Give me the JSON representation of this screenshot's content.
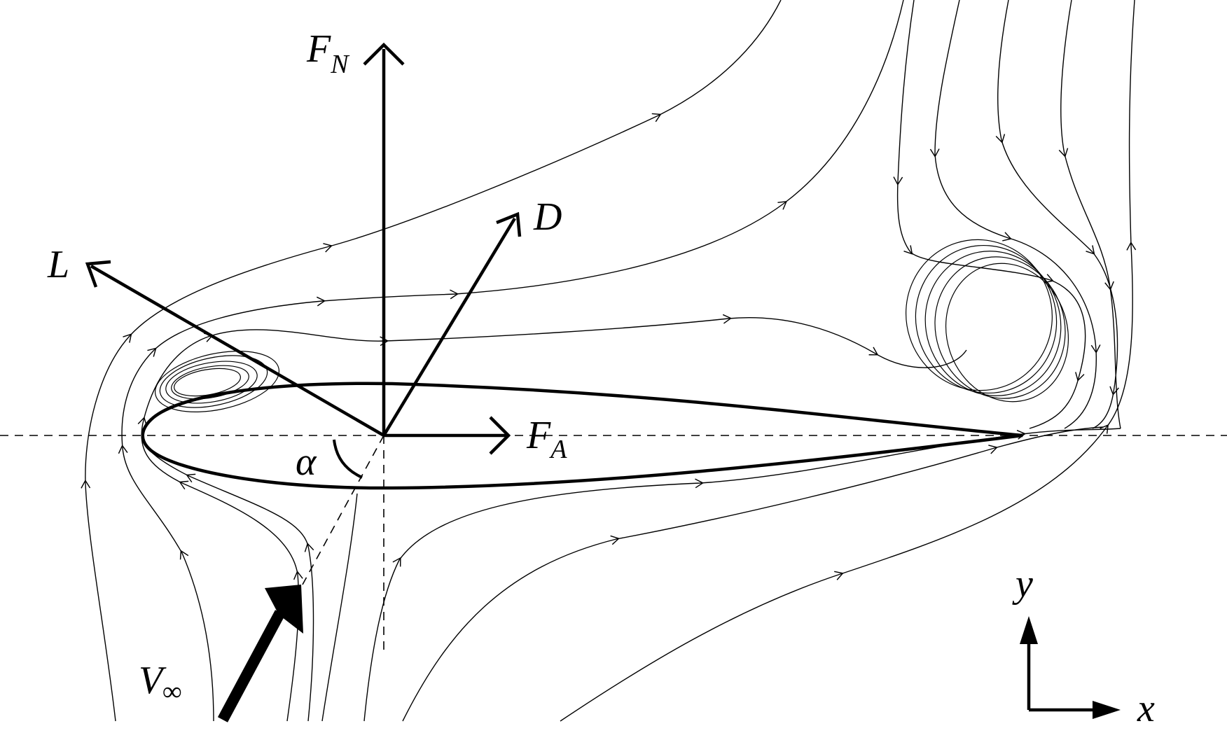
{
  "labels": {
    "normal_force": {
      "main": "F",
      "sub": "N"
    },
    "axial_force": {
      "main": "F",
      "sub": "A"
    },
    "lift": "L",
    "drag": "D",
    "angle_of_attack": "α",
    "freestream": {
      "main": "V",
      "sub": "∞"
    },
    "axis_x": "x",
    "axis_y": "y"
  }
}
